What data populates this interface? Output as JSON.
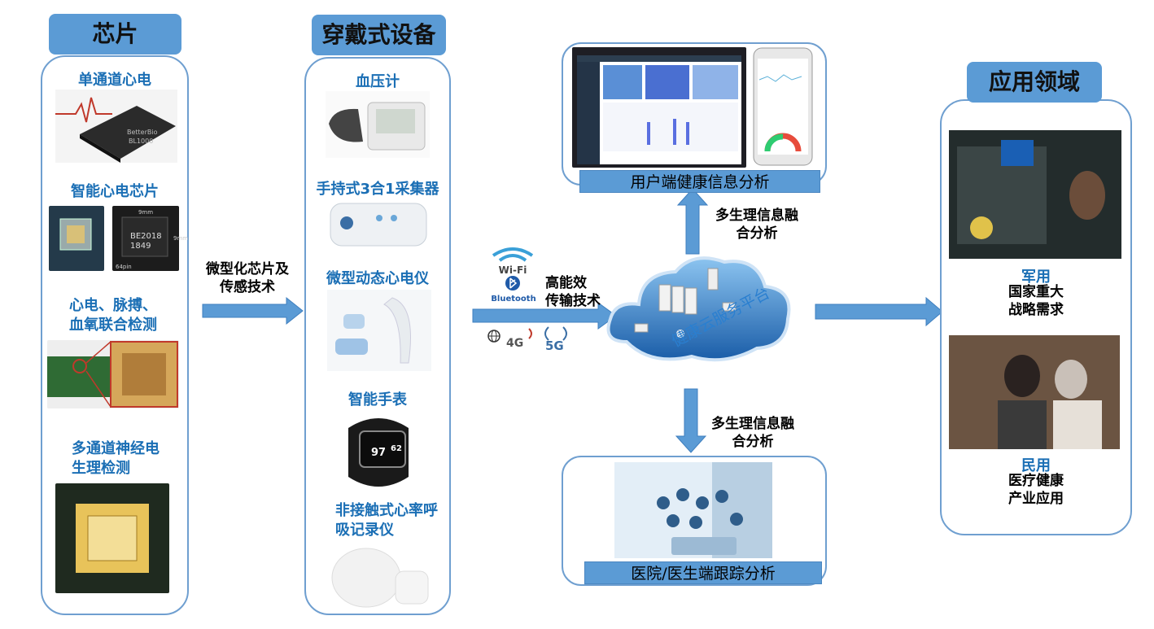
{
  "chip": {
    "header": "芯片",
    "items": [
      "单通道心电",
      "智能心电芯片",
      "心电、脉搏、\n血氧联合检测",
      "多通道神经电\n生理检测"
    ]
  },
  "wearable": {
    "header": "穿戴式设备",
    "items": [
      "血压计",
      "手持式3合1采集器",
      "微型动态心电仪",
      "智能手表",
      "非接触式心率呼\n吸记录仪"
    ]
  },
  "arrows": {
    "chip_to_wearable": "微型化芯片及\n传感技术",
    "wearable_to_cloud": "高能效\n传输技术",
    "cloud_up": "多生理信息融\n合分析",
    "cloud_down": "多生理信息融\n合分析"
  },
  "comm_icons": {
    "wifi": "Wi-Fi",
    "bluetooth": "Bluetooth",
    "4g": "4G",
    "5g": "5G"
  },
  "chip_marking": {
    "line1": "BE2018",
    "line2": "1849",
    "dim1": "9mm",
    "dim2": "9mm",
    "pin": "64pin"
  },
  "watch_display": {
    "top": "97",
    "right": "62"
  },
  "cloud": {
    "label": "健康云服务平台"
  },
  "user_panel": {
    "label": "用户端健康信息分析"
  },
  "hospital_panel": {
    "label": "医院/医生端跟踪分析"
  },
  "application": {
    "header": "应用领域",
    "military_title": "军用",
    "military_desc": "国家重大\n战略需求",
    "civil_title": "民用",
    "civil_desc": "医疗健康\n产业应用"
  },
  "colors": {
    "accent": "#5b9bd5",
    "panel_border": "#6f9fd0",
    "text_blue": "#1b6fb5",
    "arrow": "#5b9bd5"
  }
}
